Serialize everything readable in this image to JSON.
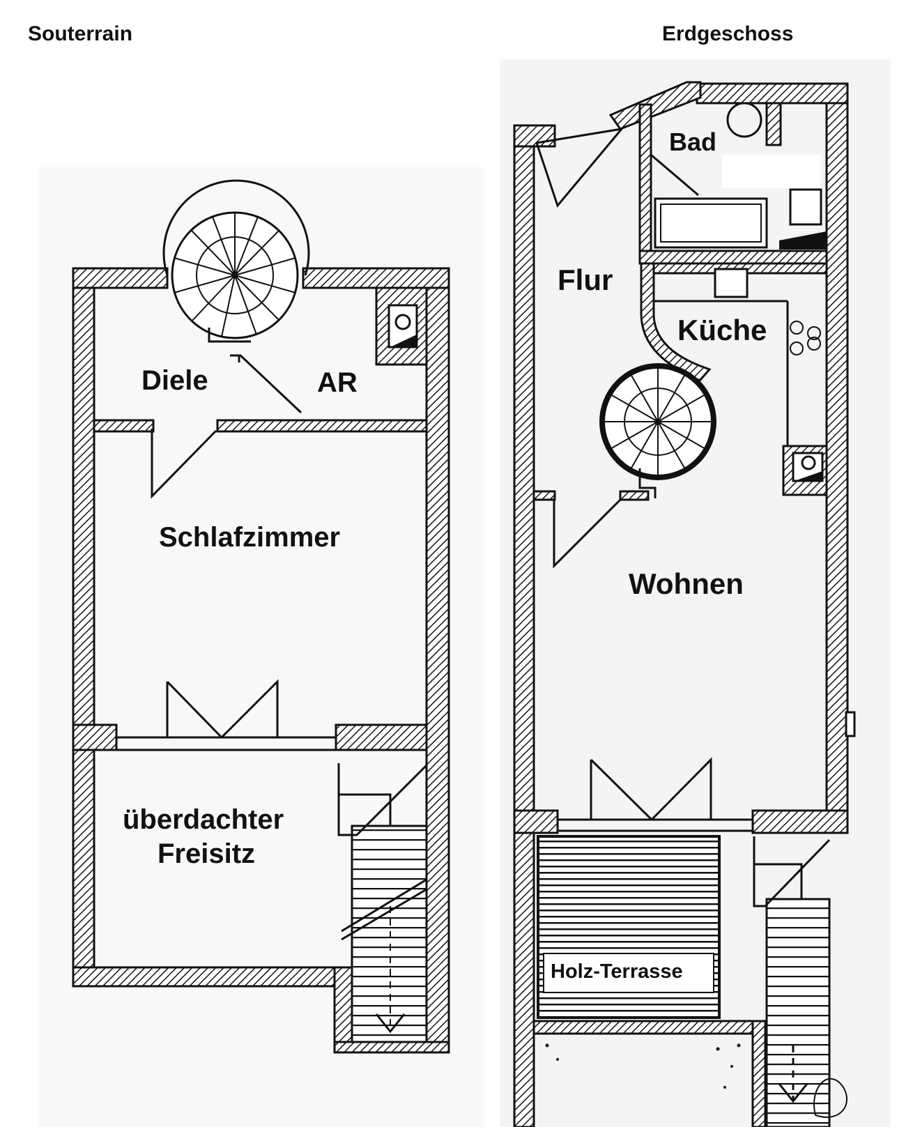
{
  "headings": {
    "left": "Souterrain",
    "right": "Erdgeschoss"
  },
  "souterrain": {
    "rooms": {
      "diele": "Diele",
      "ar": "AR",
      "schlafzimmer": "Schlafzimmer",
      "freisitz_line1": "überdachter",
      "freisitz_line2": "Freisitz"
    }
  },
  "erdgeschoss": {
    "rooms": {
      "bad": "Bad",
      "flur": "Flur",
      "kueche": "Küche",
      "wohnen": "Wohnen",
      "terrasse": "Holz-Terrasse"
    }
  },
  "colors": {
    "ink": "#111111",
    "paper": "#ffffff",
    "ground": "#f1f1f1"
  }
}
